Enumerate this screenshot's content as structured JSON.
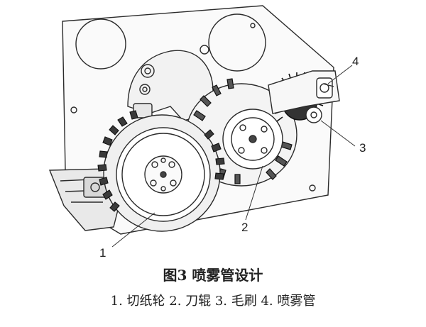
{
  "figure": {
    "callouts": [
      "1",
      "2",
      "3",
      "4"
    ]
  },
  "caption": {
    "title": "图3   喷雾管设计",
    "legend": "1. 切纸轮 2. 刀辊 3. 毛刷 4. 喷雾管"
  }
}
